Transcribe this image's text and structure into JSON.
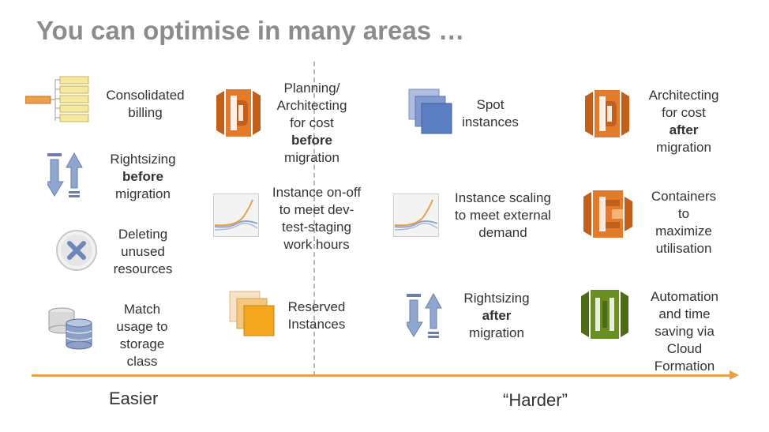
{
  "title": "You can optimise in many areas …",
  "axis": {
    "left_label": "Easier",
    "right_label": "“Harder”"
  },
  "items": {
    "consolidated_billing": {
      "icon": "billing-hierarchy-icon",
      "lines": [
        "Consolidated",
        "billing"
      ]
    },
    "rightsizing_before": {
      "icon": "rightsizing-arrows-icon",
      "lines": [
        "Rightsizing",
        "before",
        "migration"
      ]
    },
    "deleting_unused": {
      "icon": "delete-x-icon",
      "lines": [
        "Deleting",
        "unused",
        "resources"
      ]
    },
    "match_storage": {
      "icon": "storage-db-icon",
      "lines": [
        "Match",
        "usage to",
        "storage",
        "class"
      ]
    },
    "planning_before": {
      "icon": "aws-lambda-icon",
      "lines": [
        "Planning/",
        "Architecting",
        "for cost",
        "before",
        "migration"
      ]
    },
    "instance_onoff": {
      "icon": "scaling-chart-icon",
      "lines": [
        "Instance on-off",
        "to meet dev-",
        "test-staging",
        "work hours"
      ]
    },
    "reserved_instances": {
      "icon": "reserved-instances-icon",
      "lines": [
        "Reserved",
        "Instances"
      ]
    },
    "spot_instances": {
      "icon": "spot-instances-icon",
      "lines": [
        "Spot",
        "instances"
      ]
    },
    "instance_scaling": {
      "icon": "scaling-chart-icon",
      "lines": [
        "Instance scaling",
        "to meet external",
        "demand"
      ]
    },
    "rightsizing_after": {
      "icon": "rightsizing-arrows-icon",
      "lines": [
        "Rightsizing",
        "after",
        "migration"
      ]
    },
    "architecting_after": {
      "icon": "aws-lambda-icon",
      "lines": [
        "Architecting",
        "for cost",
        "after",
        "migration"
      ]
    },
    "containers": {
      "icon": "aws-ecs-icon",
      "lines": [
        "Containers",
        "to",
        "maximize",
        "utilisation"
      ]
    },
    "automation": {
      "icon": "aws-cloudformation-icon",
      "lines": [
        "Automation",
        "and time",
        "saving via",
        "Cloud",
        "Formation"
      ]
    }
  },
  "colors": {
    "title": "#8c8c8c",
    "orange": "#e8a04a",
    "aws_orange": "#e37b2c",
    "blue": "#5c7fc4",
    "green": "#6b8e23"
  }
}
